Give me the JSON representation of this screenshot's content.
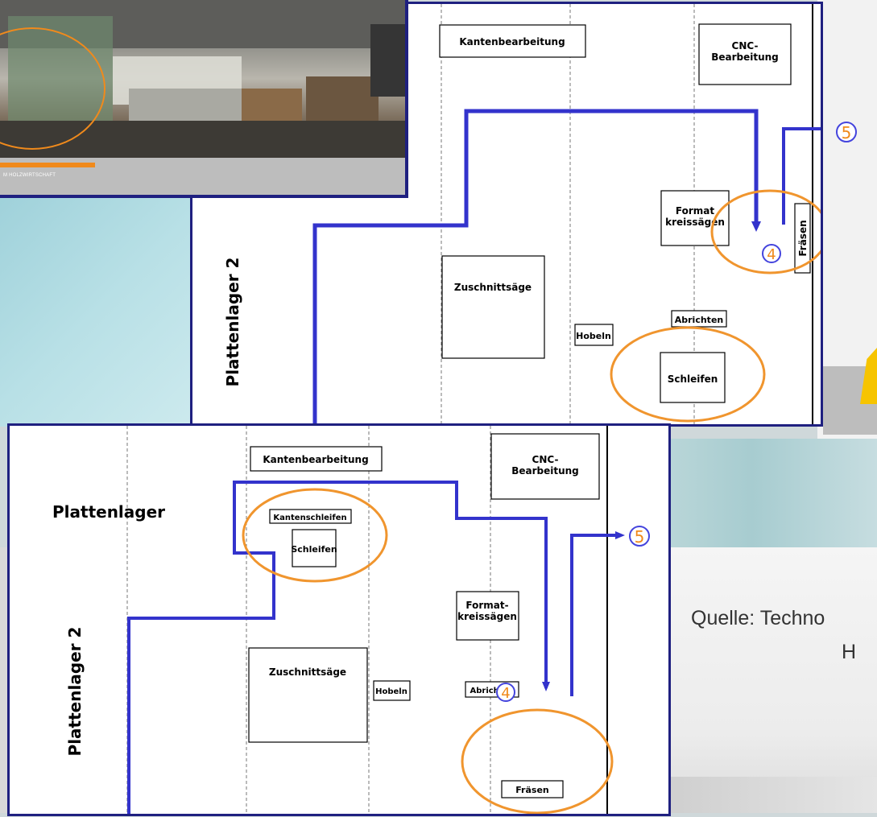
{
  "photo": {
    "caption": "M HOLZWIRTSCHAFT"
  },
  "top_diagram": {
    "storage_label": "Plattenlager 2",
    "stations": {
      "edge_processing": "Kantenbearbeitung",
      "cnc": [
        "CNC-",
        "Bearbeitung"
      ],
      "format_saw": [
        "Format",
        "kreissägen"
      ],
      "milling": "Fräsen",
      "cut_saw": "Zuschnittsäge",
      "planing": "Hobeln",
      "jointing": "Abrichten",
      "sanding": "Schleifen"
    },
    "markers": {
      "step_a": "4",
      "step_b": "5"
    }
  },
  "bottom_diagram": {
    "storage_label": "Plattenlager",
    "storage_label_2": "Plattenlager 2",
    "stations": {
      "edge_processing": "Kantenbearbeitung",
      "cnc": [
        "CNC-",
        "Bearbeitung"
      ],
      "edge_sanding": "Kantenschleifen",
      "sanding": "Schleifen",
      "format_saw": [
        "Format-",
        "kreissägen"
      ],
      "cut_saw": "Zuschnittsäge",
      "planing": "Hobeln",
      "jointing": "Abrichten",
      "milling": "Fräsen"
    },
    "markers": {
      "step_a": "4",
      "step_b": "5"
    }
  },
  "source": {
    "line1": "Quelle:  Techno",
    "line2": "H"
  },
  "colors": {
    "flow_blue": "#3333cc",
    "panel_border": "#1f2080",
    "highlight_orange": "#f0952e",
    "marker_blue": "#4444dd",
    "marker_orange": "#f08a1c"
  }
}
